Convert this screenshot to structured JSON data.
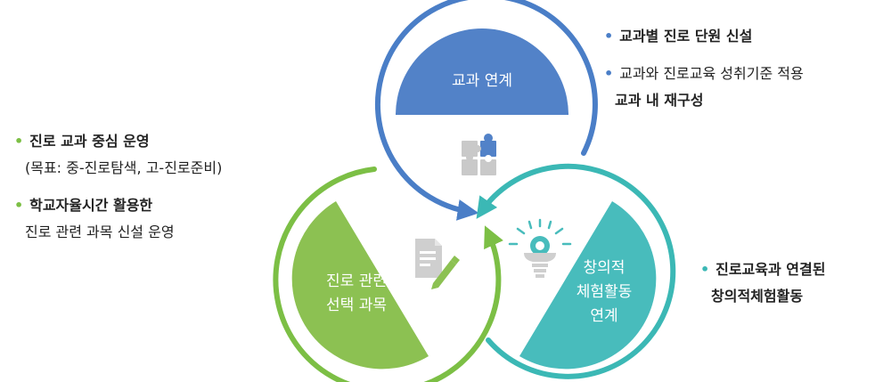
{
  "segments": {
    "top": {
      "line1": "교과 연계",
      "color": "#5282c8"
    },
    "left": {
      "line1": "진로 관련",
      "line2": "선택 과목",
      "color": "#8cc152"
    },
    "right": {
      "line1": "창의적",
      "line2": "체험활동",
      "line3": "연계",
      "color": "#48bcbc"
    }
  },
  "ring_colors": {
    "blue": "#4a7ec7",
    "green": "#7cbf45",
    "teal": "#3bb8b5",
    "icon": "#c9c9c9"
  },
  "icons": [
    "puzzle-icon",
    "document-pencil-icon",
    "lightbulb-gear-icon"
  ],
  "notes": {
    "top_right": {
      "item1": "교과별 진로 단원 신설",
      "item2_line1": "교과와 진로교육 성취기준 적용",
      "item2_line2": "교과 내 재구성"
    },
    "left": {
      "item1_title": "진로 교과 중심 운영",
      "item1_sub": "(목표: 중-진로탐색, 고-진로준비)",
      "item2_title": "학교자율시간 활용한",
      "item2_sub": "진로 관련 과목 신설 운영"
    },
    "right": {
      "item1_line1": "진로교육과 연결된",
      "item1_line2": "창의적체험활동"
    }
  },
  "bullet_symbol": "•"
}
